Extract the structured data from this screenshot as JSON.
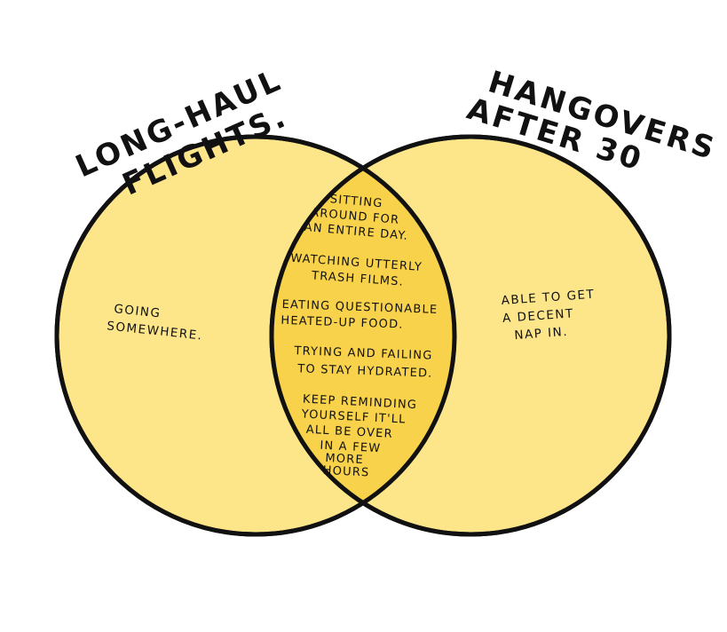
{
  "colors": {
    "circle_fill": "#fde58a",
    "overlap_fill": "#f8d24a",
    "outline": "#111111"
  },
  "left_set": {
    "title_lines": [
      "LONG-HAUL",
      "FLIGHTS."
    ],
    "item_lines": [
      "GOING",
      "SOMEWHERE."
    ]
  },
  "right_set": {
    "title_lines": [
      "HANGOVERS",
      "AFTER 30"
    ],
    "item_lines": [
      "ABLE TO GET",
      "A DECENT",
      "NAP IN."
    ]
  },
  "overlap": {
    "items": [
      {
        "lines": [
          "SITTING",
          "AROUND FOR",
          "AN ENTIRE DAY."
        ]
      },
      {
        "lines": [
          "WATCHING UTTERLY",
          "TRASH FILMS."
        ]
      },
      {
        "lines": [
          "EATING QUESTIONABLE",
          "HEATED-UP FOOD."
        ]
      },
      {
        "lines": [
          "TRYING AND FAILING",
          "TO STAY HYDRATED."
        ]
      },
      {
        "lines": [
          "KEEP REMINDING",
          "YOURSELF IT'LL",
          "ALL BE OVER",
          "IN A FEW",
          "MORE",
          "HOURS"
        ]
      }
    ]
  }
}
